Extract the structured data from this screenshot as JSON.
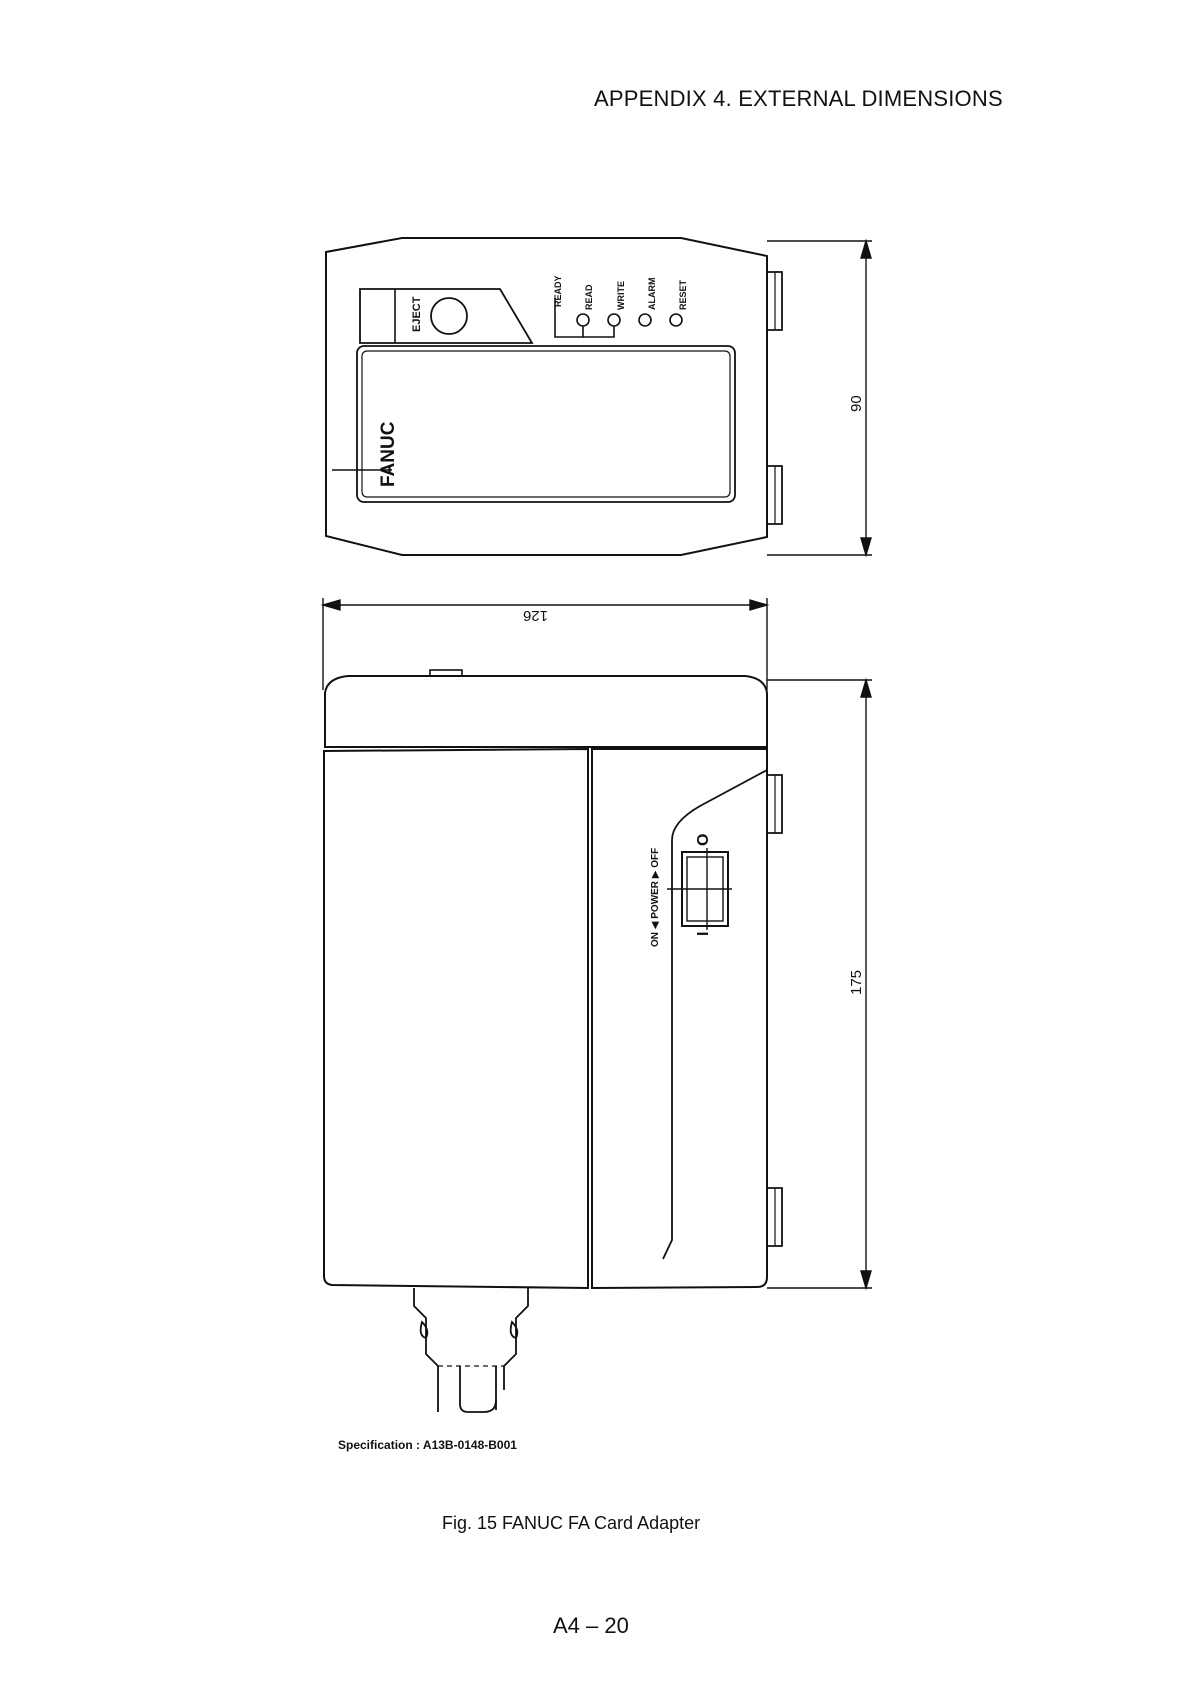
{
  "header": {
    "section_title": "APPENDIX 4.  EXTERNAL DIMENSIONS"
  },
  "drawing": {
    "front_view": {
      "eject_label": "EJECT",
      "brand_label": "FANUC",
      "indicators": [
        "READY",
        "READ",
        "WRITE",
        "ALARM",
        "RESET"
      ],
      "dimension_height": "90"
    },
    "side_view": {
      "dimension_width": "126",
      "dimension_height": "175",
      "power_label": "ON ◀ POWER ▶ OFF",
      "switch_on_symbol": "I",
      "switch_off_symbol": "O"
    }
  },
  "specification": "Specification :  A13B-0148-B001",
  "figure_caption": "Fig. 15   FANUC FA Card Adapter",
  "page_number": "A4 – 20"
}
